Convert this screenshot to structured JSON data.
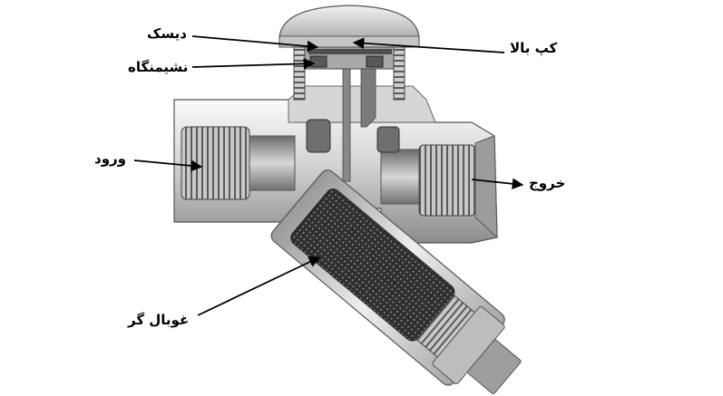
{
  "labels": {
    "disk": "دیسک",
    "seat": "نشیمنگاه",
    "inlet": "ورود",
    "strainer": "غوبال گر",
    "top_cap": "کپ بالا",
    "outlet": "خروج"
  },
  "colors": {
    "body_light": "#e6e6e6",
    "body_mid": "#b8b8b8",
    "body_dark": "#5a5a5a",
    "mesh": "#3a3a3a",
    "arrow": "#000000"
  }
}
